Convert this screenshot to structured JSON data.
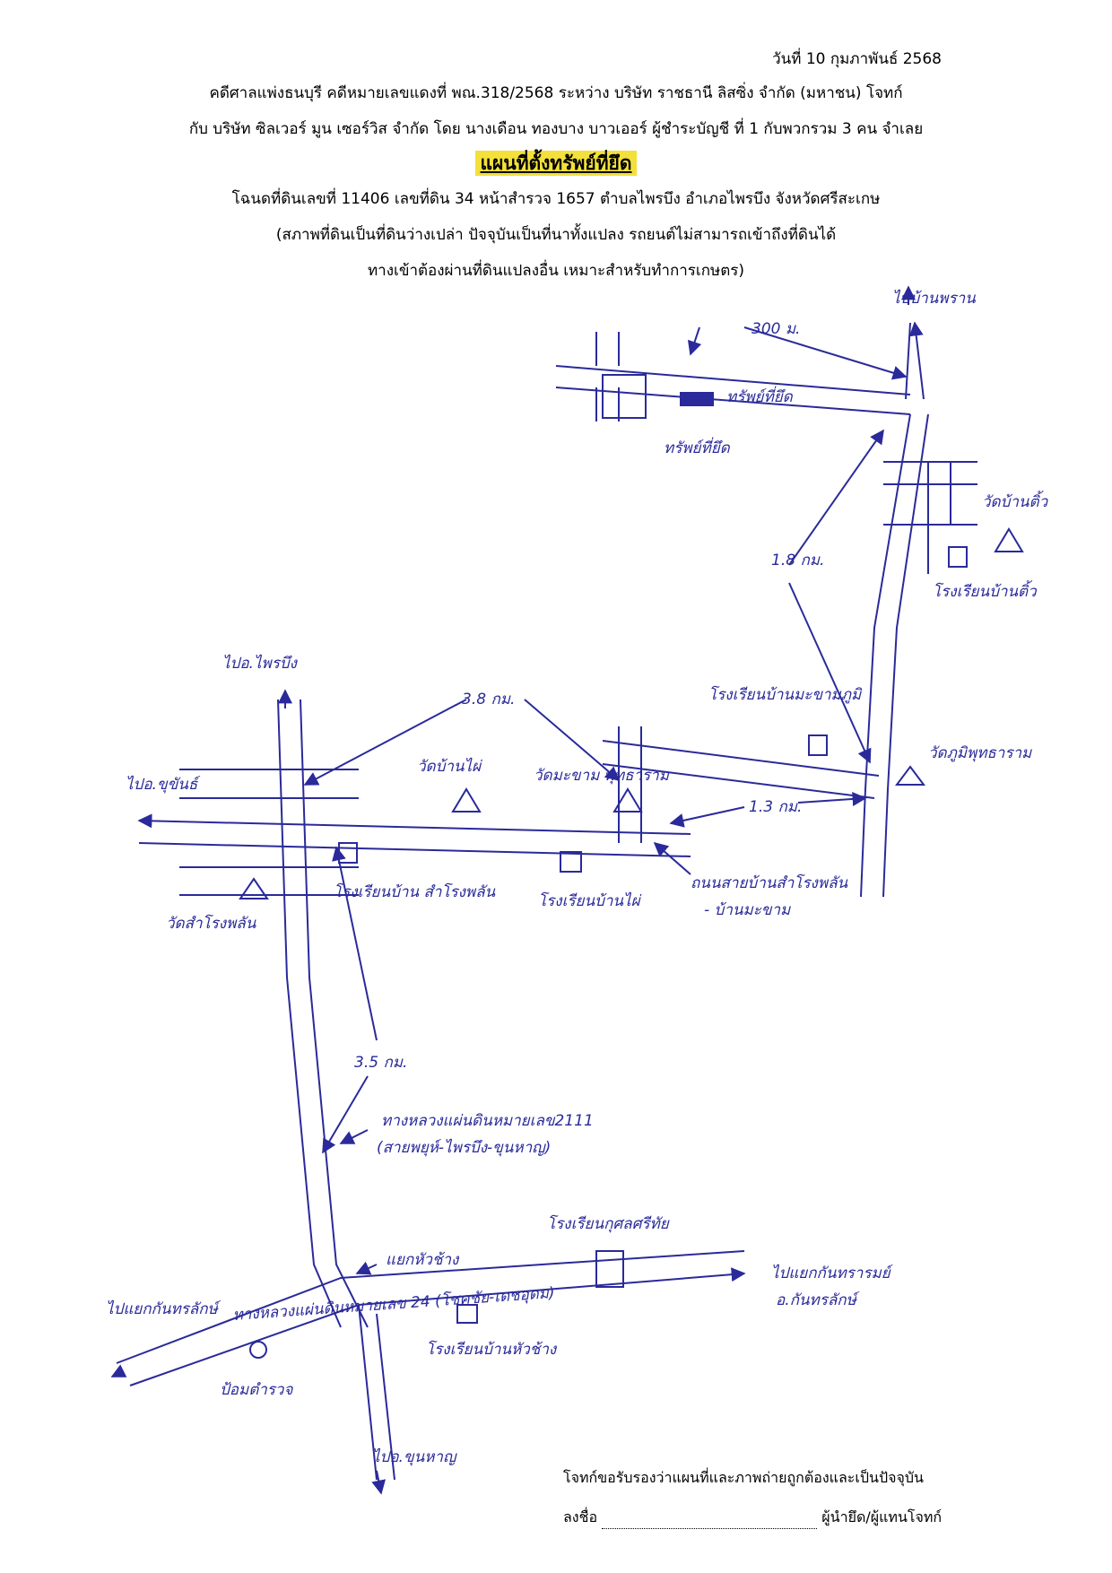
{
  "header": {
    "date": "วันที่   10  กุมภาพันธ์  2568",
    "line1": "คดีศาลแพ่งธนบุรี   คดีหมายเลขแดงที่ พณ.318/2568 ระหว่าง บริษัท ราชธานี ลิสซิ่ง จำกัด (มหาชน) โจทก์",
    "line2": "กับ บริษัท ซิลเวอร์ มูน เซอร์วิส จำกัด โดย นางเดือน ทองบาง บาวเออร์ ผู้ชำระบัญชี ที่ 1 กับพวกรวม 3 คน จำเลย",
    "title": "แผนที่ตั้งทรัพย์ที่ยึด",
    "line4": "โฉนดที่ดินเลขที่ 11406 เลขที่ดิน 34 หน้าสำรวจ 1657 ตำบลไพรบึง อำเภอไพรบึง จังหวัดศรีสะเกษ",
    "line5": "(สภาพที่ดินเป็นที่ดินว่างเปล่า ปัจจุบันเป็นที่นาทั้งแปลง รถยนต์ไม่สามารถเข้าถึงที่ดินได้",
    "line6": "ทางเข้าต้องผ่านที่ดินแปลงอื่น เหมาะสำหรับทำการเกษตร)"
  },
  "map": {
    "labels": {
      "to_ban_phran": "ไปบ้านพราน",
      "dist_300m": "300 ม.",
      "property_a": "ทรัพย์ที่ยึด",
      "property_b": "ทรัพย์ที่ยึด",
      "wat_ban_tio": "วัดบ้านติ้ว",
      "school_ban_tio": "โรงเรียนบ้านติ้ว",
      "dist_1_8km": "1.8 กม.",
      "to_amphoe_phrai_bueng": "ไปอ.ไพรบึง",
      "school_makham_phu": "โรงเรียนบ้านมะขามภูมิ",
      "dist_3_8km": "3.8 กม.",
      "wat_phumi": "วัดภูมิพุทธาราม",
      "to_amphoe_khukhan": "ไปอ.ขุขันธ์",
      "wat_ban_phai": "วัดบ้านไผ่",
      "wat_makham": "วัดมะขาม พุทธาราม",
      "dist_1_3km": "1.3 กม.",
      "road_samrong_phon": "ถนนสายบ้านสำโรงพลัน",
      "road_samrong_phon_2": "- บ้านมะขาม",
      "school_samrong_phon": "โรงเรียนบ้าน สำโรงพลัน",
      "school_ban_phai": "โรงเรียนบ้านไผ่",
      "wat_samrong_phon": "วัดสำโรงพลัน",
      "dist_3_5km": "3.5 กม.",
      "highway_2111": "ทางหลวงแผ่นดินหมายเลข2111",
      "highway_2111_2": "(สายพยุห์-ไพรบึง-ขุนหาญ)",
      "school_kusuman": "โรงเรียนกุศลศรีทัย",
      "junction_hua_chang": "แยกหัวช้าง",
      "to_yaek_kantharalak": "ไปแยกกันทรลักษ์",
      "to_yaek_kanthararom": "ไปแยกกันทรารมย์",
      "highway_24": "ทางหลวงแผ่นดินหมายเลข 24 (โชคชัย-เดชอุดม)",
      "to_amphoe_kantharalak": "อ.กันทรลักษ์",
      "police_station": "ป้อมตำรวจ",
      "school_hua_chang": "โรงเรียนบ้านหัวช้าง",
      "to_amphoe_khunhan": "ไปอ.ขุนหาญ"
    }
  },
  "footer": {
    "certify": "โจทก์ขอรับรองว่าแผนที่และภาพถ่ายถูกต้องและเป็นปัจจุบัน",
    "sign_label": "ลงชื่อ",
    "signer_role": "ผู้นำยึด/ผู้แทนโจทก์"
  },
  "colors": {
    "ink": "#2a2a9a",
    "highlight": "#f3e03a"
  }
}
